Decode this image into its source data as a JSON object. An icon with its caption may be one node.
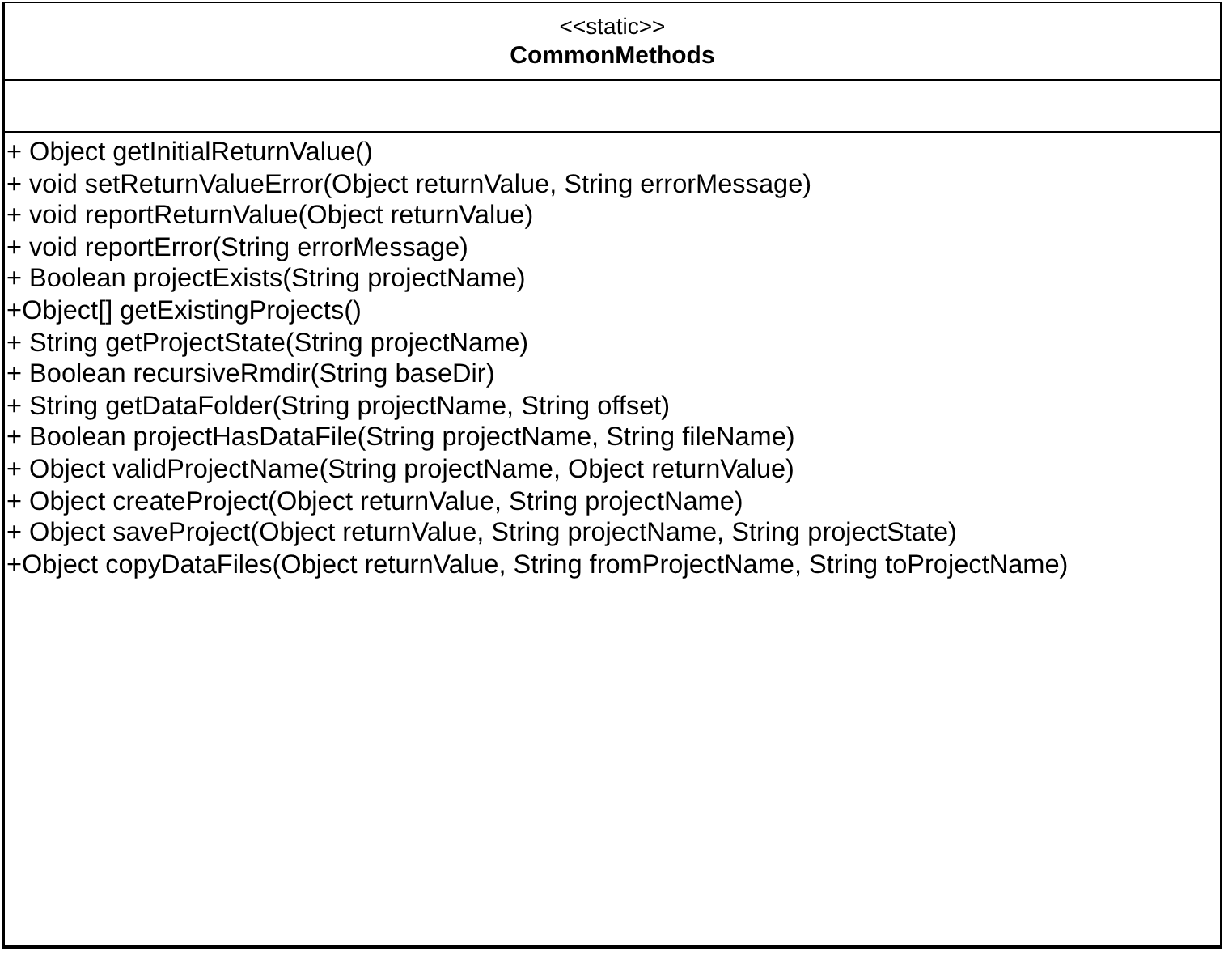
{
  "diagram": {
    "nodes": [
      {
        "text": [
          "<<static>>",
          "CommonMethods",
          "+ Object getInitialReturnValue()",
          "+ void setReturnValueError(Object returnValue, String errorMessage)",
          "+ void reportReturnValue(Object returnValue)",
          "+ void reportError(String errorMessage)",
          "+ Boolean projectExists(String projectName)",
          "+Object[] getExistingProjects()",
          "+ String getProjectState(String projectName)",
          "+ Boolean recursiveRmdir(String baseDir)",
          "+ String getDataFolder(String projectName, String offset)",
          "+ Boolean projectHasDataFile(String projectName, String fileName)",
          "+ Object validProjectName(String projectName, Object returnValue)",
          "+ Object createProject(Object returnValue, String projectName)",
          "+ Object saveProject(Object returnValue, String projectName, String projectState)",
          "+Object copyDataFiles(Object returnValue, String fromProjectName, String toProjectName)"
        ]
      }
    ]
  }
}
